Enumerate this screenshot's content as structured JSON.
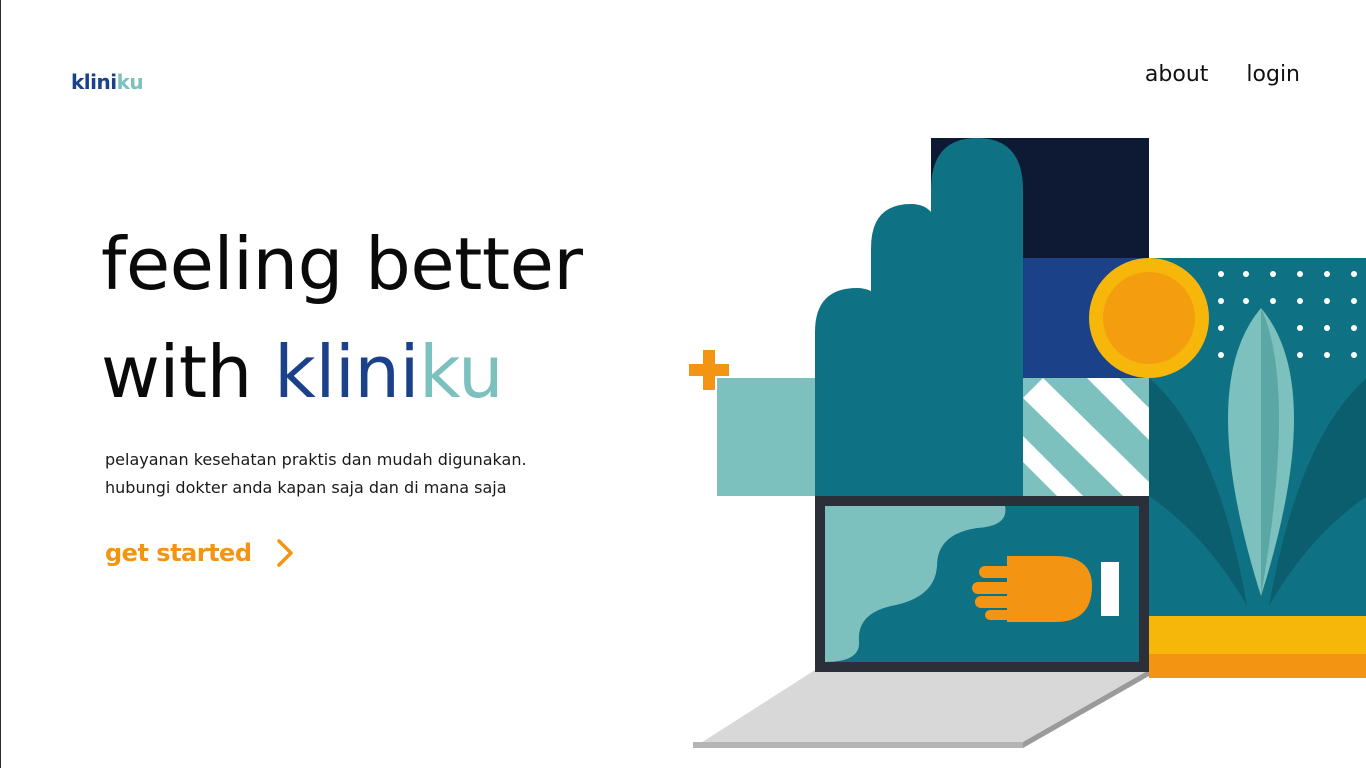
{
  "brand": {
    "logo_part1": "klini",
    "logo_part2": "ku",
    "color_primary": "#1b4188",
    "color_secondary": "#7cc1bd"
  },
  "nav": {
    "items": [
      {
        "label": "about"
      },
      {
        "label": "login"
      }
    ]
  },
  "hero": {
    "title_line1": "feeling better",
    "title_line2_prefix": "with ",
    "title_brand_part1": "klini",
    "title_brand_part2": "ku",
    "subtitle_line1": "pelayanan kesehatan praktis dan mudah digunakan.",
    "subtitle_line2": "hubungi dokter anda kapan saja dan di mana saja"
  },
  "cta": {
    "label": "get started",
    "icon": "chevron-right-icon",
    "color": "#f39512"
  },
  "illustration": {
    "name": "telemedicine-laptop-illustration",
    "colors": {
      "teal_dark": "#0f7284",
      "teal_light": "#7cc1bd",
      "navy": "#0e1a33",
      "blue": "#1b4188",
      "orange": "#f39512",
      "yellow": "#f7b70a",
      "laptop_frame": "#2a2f3a",
      "laptop_base": "#d8d8d8"
    }
  }
}
